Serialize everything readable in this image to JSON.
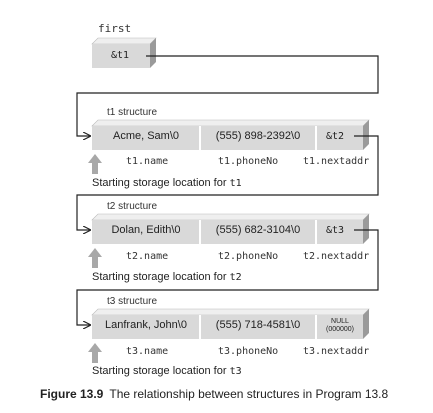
{
  "first": {
    "label": "first",
    "value": "&t1"
  },
  "structures": [
    {
      "title": "t1 structure",
      "name": "Acme, Sam\\0",
      "phone": "(555) 898-2392\\0",
      "next": "&t2",
      "name_label": "t1.name",
      "phone_label": "t1.phoneNo",
      "next_label": "t1.nextaddr",
      "start_prefix": "Starting storage location for ",
      "start_var": "t1"
    },
    {
      "title": "t2 structure",
      "name": "Dolan, Edith\\0",
      "phone": "(555) 682-3104\\0",
      "next": "&t3",
      "name_label": "t2.name",
      "phone_label": "t2.phoneNo",
      "next_label": "t2.nextaddr",
      "start_prefix": "Starting storage location for ",
      "start_var": "t2"
    },
    {
      "title": "t3 structure",
      "name": "Lanfrank, John\\0",
      "phone": "(555) 718-4581\\0",
      "next_line1": "NULL",
      "next_line2": "(000000)",
      "name_label": "t3.name",
      "phone_label": "t3.phoneNo",
      "next_label": "t3.nextaddr",
      "start_prefix": "Starting storage location for ",
      "start_var": "t3"
    }
  ],
  "caption": {
    "figure": "Figure 13.9",
    "text": "The relationship between structures in Program 13.8"
  },
  "colors": {
    "box_face": "#d9d9d9",
    "box_top": "#efefef",
    "box_side": "#9a9a9a",
    "line": "#222222",
    "arrow_gray": "#a8a8a8"
  }
}
